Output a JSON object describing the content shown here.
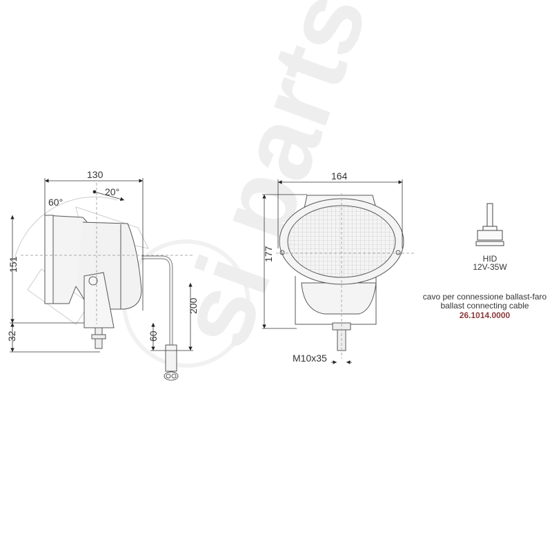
{
  "watermark": {
    "text": "si parts"
  },
  "side_view": {
    "width_dim": "130",
    "angle_up": "20°",
    "angle_down": "60°",
    "height_dim": "151",
    "bolt_dim": "32",
    "cable_dim": "200",
    "connector_dim": "60"
  },
  "front_view": {
    "width_dim": "164",
    "height_dim": "177",
    "bolt_label": "M10x35"
  },
  "bulb": {
    "type": "HID",
    "rating": "12V-35W"
  },
  "cable": {
    "label_it": "cavo per connessione ballast-faro",
    "label_en": "ballast connecting cable",
    "code": "26.1014.0000"
  },
  "colors": {
    "line": "#555555",
    "code": "#8b3a3a",
    "watermark": "#ececec"
  }
}
